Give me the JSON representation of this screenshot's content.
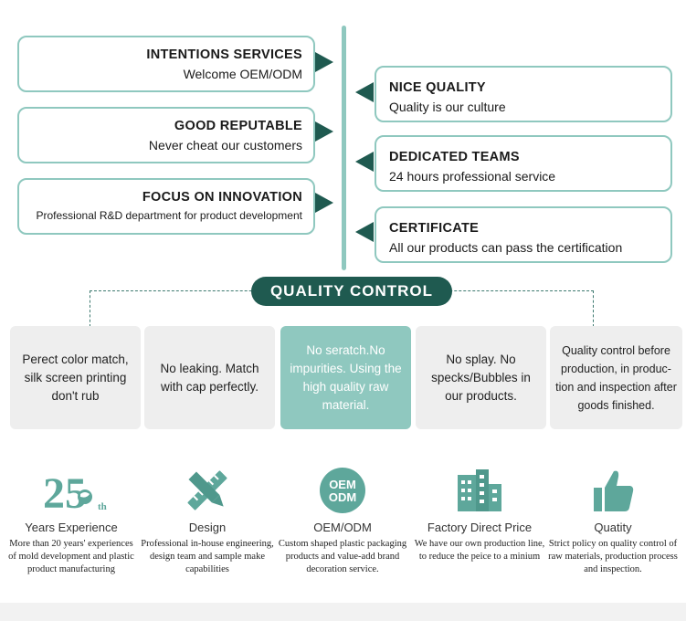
{
  "timeline": {
    "left_items": [
      {
        "title": "INTENTIONS SERVICES",
        "sub": "Welcome OEM/ODM"
      },
      {
        "title": "GOOD REPUTABLE",
        "sub": "Never cheat our customers"
      },
      {
        "title": "FOCUS ON INNOVATION",
        "sub": "Professional R&D department for product development"
      }
    ],
    "right_items": [
      {
        "title": "NICE QUALITY",
        "sub": "Quality is our culture"
      },
      {
        "title": "DEDICATED TEAMS",
        "sub": "24 hours professional service"
      },
      {
        "title": "CERTIFICATE",
        "sub": "All our products can pass the certification"
      }
    ]
  },
  "quality_control": {
    "title": "QUALITY CONTROL",
    "items": [
      "Perect color match, silk screen printing don't rub",
      "No leaking. Match with cap perfectly.",
      "No seratch.No impurities. Using the high quality raw material.",
      "No splay. No specks/Bubbles in our products.",
      "Quality control before production, in produc-tion and inspection after goods finished."
    ]
  },
  "features": [
    {
      "icon": "years-25th-icon",
      "number": "25",
      "suffix": "th",
      "title": "Years Experience",
      "desc": "More than 20 years' experiences of mold development and plastic product manufacturing"
    },
    {
      "icon": "pencil-ruler-icon",
      "title": "Design",
      "desc": "Professional in-house engineering, design team and sample make capabilities"
    },
    {
      "icon": "oem-odm-icon",
      "badge_top": "OEM",
      "badge_bottom": "ODM",
      "title": "OEM/ODM",
      "desc": "Custom shaped plastic packaging products and value-add brand decoration service."
    },
    {
      "icon": "factory-buildings-icon",
      "title": "Factory Direct Price",
      "desc": "We have our own production line, to reduce the peice to a minium"
    },
    {
      "icon": "thumbs-up-icon",
      "title": "Quatity",
      "desc": "Strict policy on quality control of raw materials, production process and inspection."
    }
  ],
  "colors": {
    "accent": "#8fc8bf",
    "dark": "#1f5a50",
    "box": "#eeeeee"
  }
}
